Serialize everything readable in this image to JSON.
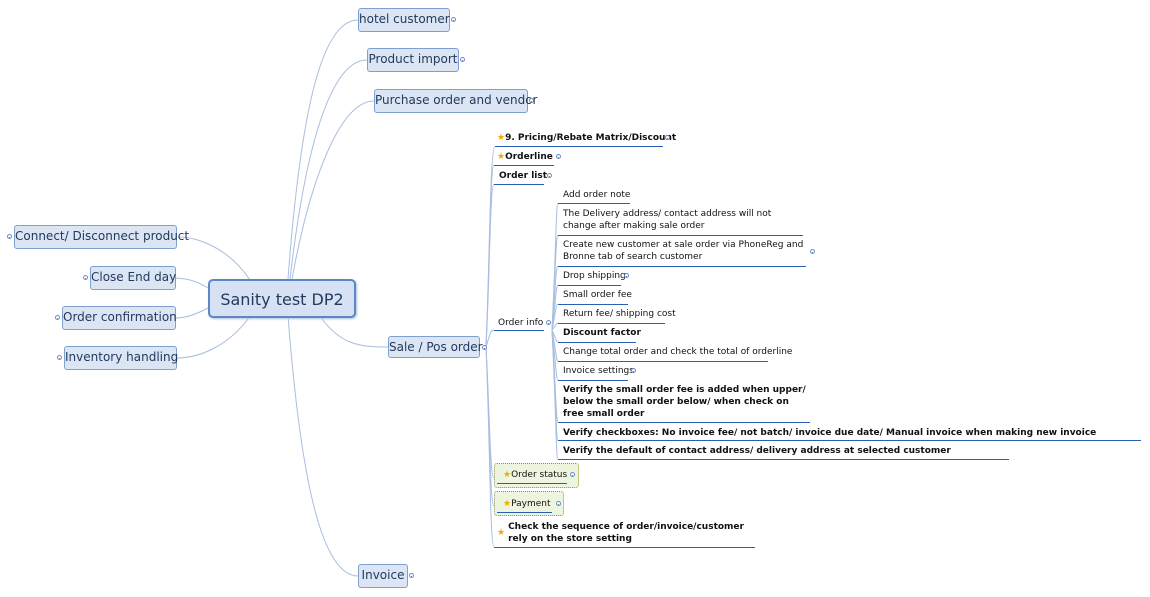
{
  "central": {
    "label": "Sanity test DP2"
  },
  "topics": {
    "hotel_customer": "hotel customer",
    "product_import": "Product import",
    "purchase_order": "Purchase order and vendor",
    "connect": "Connect/ Disconnect product",
    "close_end_day": "Close End day",
    "order_confirmation": "Order confirmation",
    "inventory": "Inventory handling",
    "sale_pos": "Sale / Pos order",
    "invoice": "Invoice"
  },
  "sale": {
    "pricing": "9.  Pricing/Rebate Matrix/Discount",
    "orderline": "Orderline",
    "order_list": "Order list",
    "order_info": "Order info",
    "order_status": "Order status",
    "payment": "Payment",
    "check_sequence": "Check the sequence of order/invoice/customer rely on the store setting"
  },
  "order_info_items": [
    "Add order note",
    "The Delivery address/ contact address will not change after making sale order",
    "Create new customer at sale order via PhoneReg and Bronne tab of search customer",
    "Drop shipping",
    "Small order fee",
    "Return fee/ shipping cost",
    "Discount factor",
    "Change total order and check the total of orderline",
    "Invoice settings",
    "Verify the small order fee is added when upper/ below the small order below/ when check on free small order",
    "Verify checkboxes: No invoice fee/ not batch/ invoice due date/ Manual invoice when making new invoice",
    "Verify the default of contact address/ delivery address at selected customer"
  ],
  "colors": {
    "line": "#a9bedf",
    "underline": "#2a5fb8",
    "box_bg": "#dbe5f3",
    "star": "#f2a900"
  }
}
